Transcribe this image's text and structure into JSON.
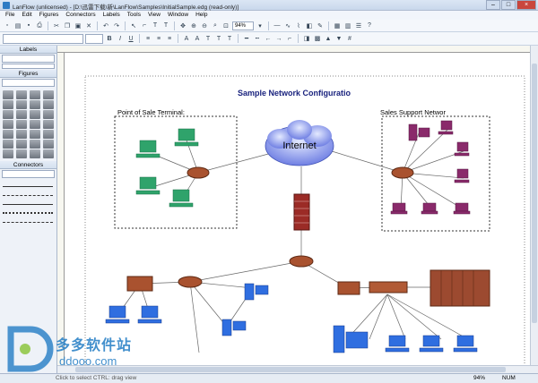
{
  "window": {
    "title": "LanFlow (unlicensed) - [D:\\迅雷下载\\新\\LanFlow\\Samples\\InitialSample.edg (read-only)]"
  },
  "menu": [
    "File",
    "Edit",
    "Figures",
    "Connectors",
    "Labels",
    "Tools",
    "View",
    "Window",
    "Help"
  ],
  "toolbar": {
    "zoom": "94%"
  },
  "panels": {
    "labels": "Labels",
    "figures": "Figures",
    "connectors": "Connectors"
  },
  "diagram": {
    "title": "Sample Network Configuratio",
    "internet": "Internet",
    "group_left": "Point of Sale Terminal:",
    "group_right": "Sales Support Networ"
  },
  "status": {
    "hint": "Click to select   CTRL: drag view",
    "zoom": "94%",
    "num": "NUM"
  },
  "watermark": {
    "brand": "多多软件站",
    "url": "ddooo.com"
  },
  "colors": {
    "accent": "#2e7bc4",
    "pos_green": "#2fa36b",
    "sales_magenta": "#8a2a6b",
    "router": "#8b3a2b",
    "title_navy": "#1a237e"
  }
}
